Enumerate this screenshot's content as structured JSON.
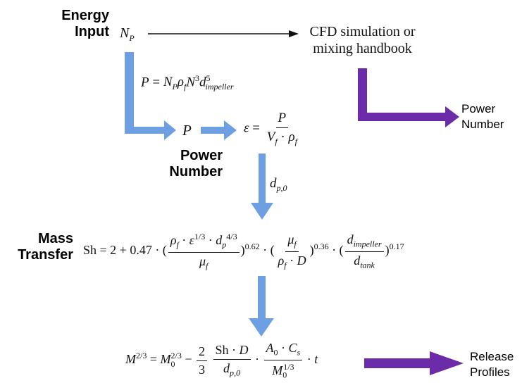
{
  "labels": {
    "energy_input": "Energy Input",
    "power_number_bold": "Power Number",
    "mass_transfer": "Mass Transfer",
    "power_number_side": "Power Number",
    "release_profiles": "Release Profiles"
  },
  "cfd_box": "CFD simulation or mixing handbook",
  "symbols": {
    "np": "N",
    "np_sub": "P",
    "p": "P",
    "dp0": "d",
    "dp0_sub": "p,0"
  },
  "colors": {
    "blue_arrow": "#6f9fe3",
    "purple_arrow": "#6c2ba8",
    "text": "#111111"
  }
}
